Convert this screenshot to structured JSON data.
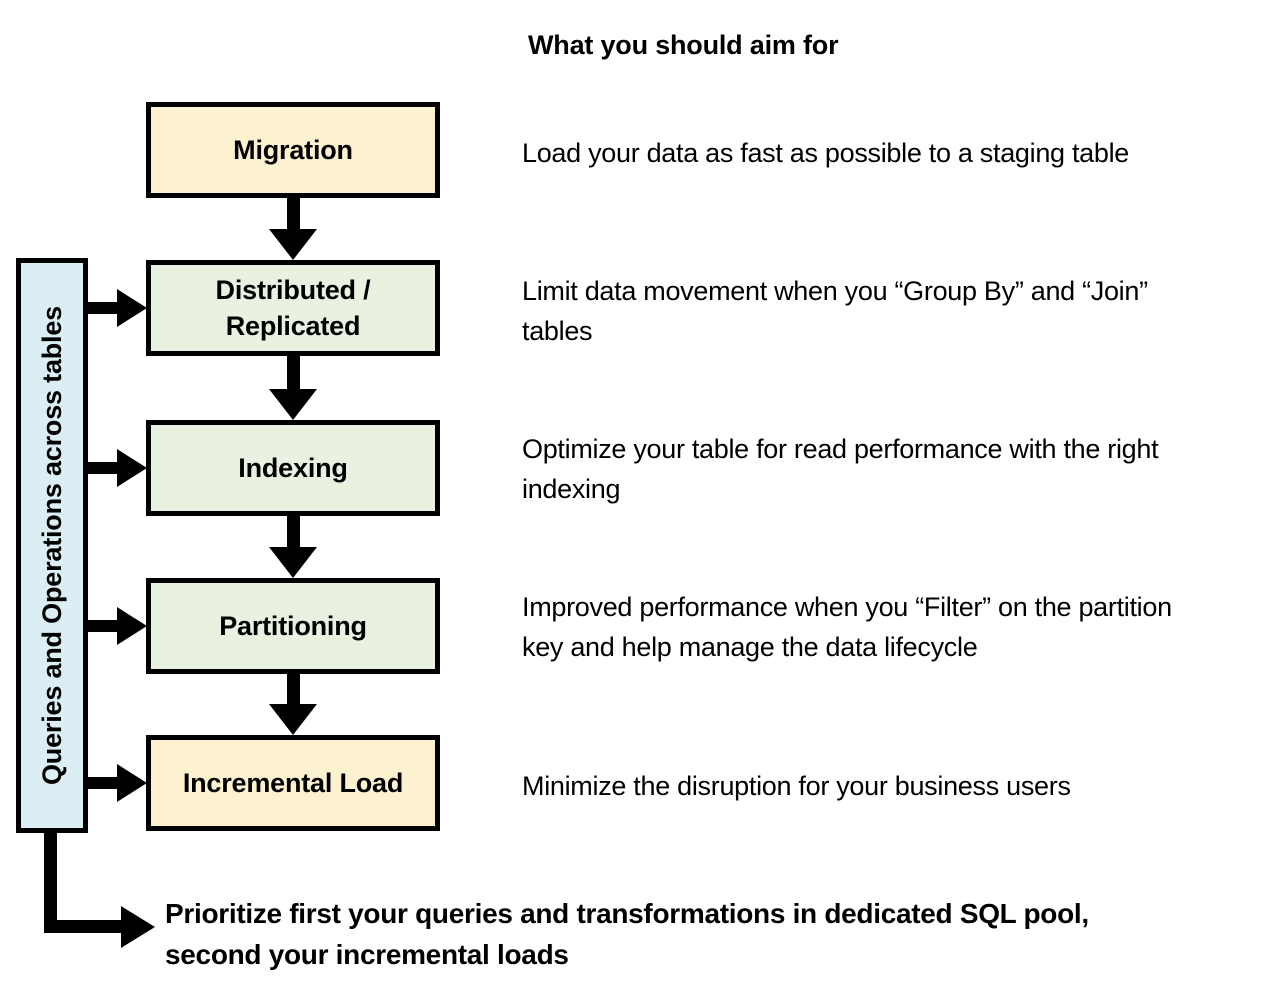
{
  "title": "What you should aim for",
  "colors": {
    "cream": "#FCF2D0",
    "green": "#E9F1E1",
    "blue": "#DAEEF3",
    "line": "#000000"
  },
  "side_bar": {
    "label": "Queries and Operations across tables"
  },
  "flow": {
    "steps": [
      {
        "label": "Migration",
        "fill": "cream",
        "description": "Load your data as fast as possible to a staging table"
      },
      {
        "label": "Distributed / Replicated",
        "fill": "green",
        "description": "Limit data movement when you “Group By” and “Join” tables"
      },
      {
        "label": "Indexing",
        "fill": "green",
        "description": "Optimize your table for read performance with the right indexing"
      },
      {
        "label": "Partitioning",
        "fill": "green",
        "description": "Improved performance when you “Filter” on the partition key and help manage the data lifecycle"
      },
      {
        "label": "Incremental Load",
        "fill": "cream",
        "description": "Minimize the disruption for your business users"
      }
    ]
  },
  "footer": {
    "note": "Prioritize first your queries and transformations in dedicated SQL pool, second your incremental loads"
  }
}
